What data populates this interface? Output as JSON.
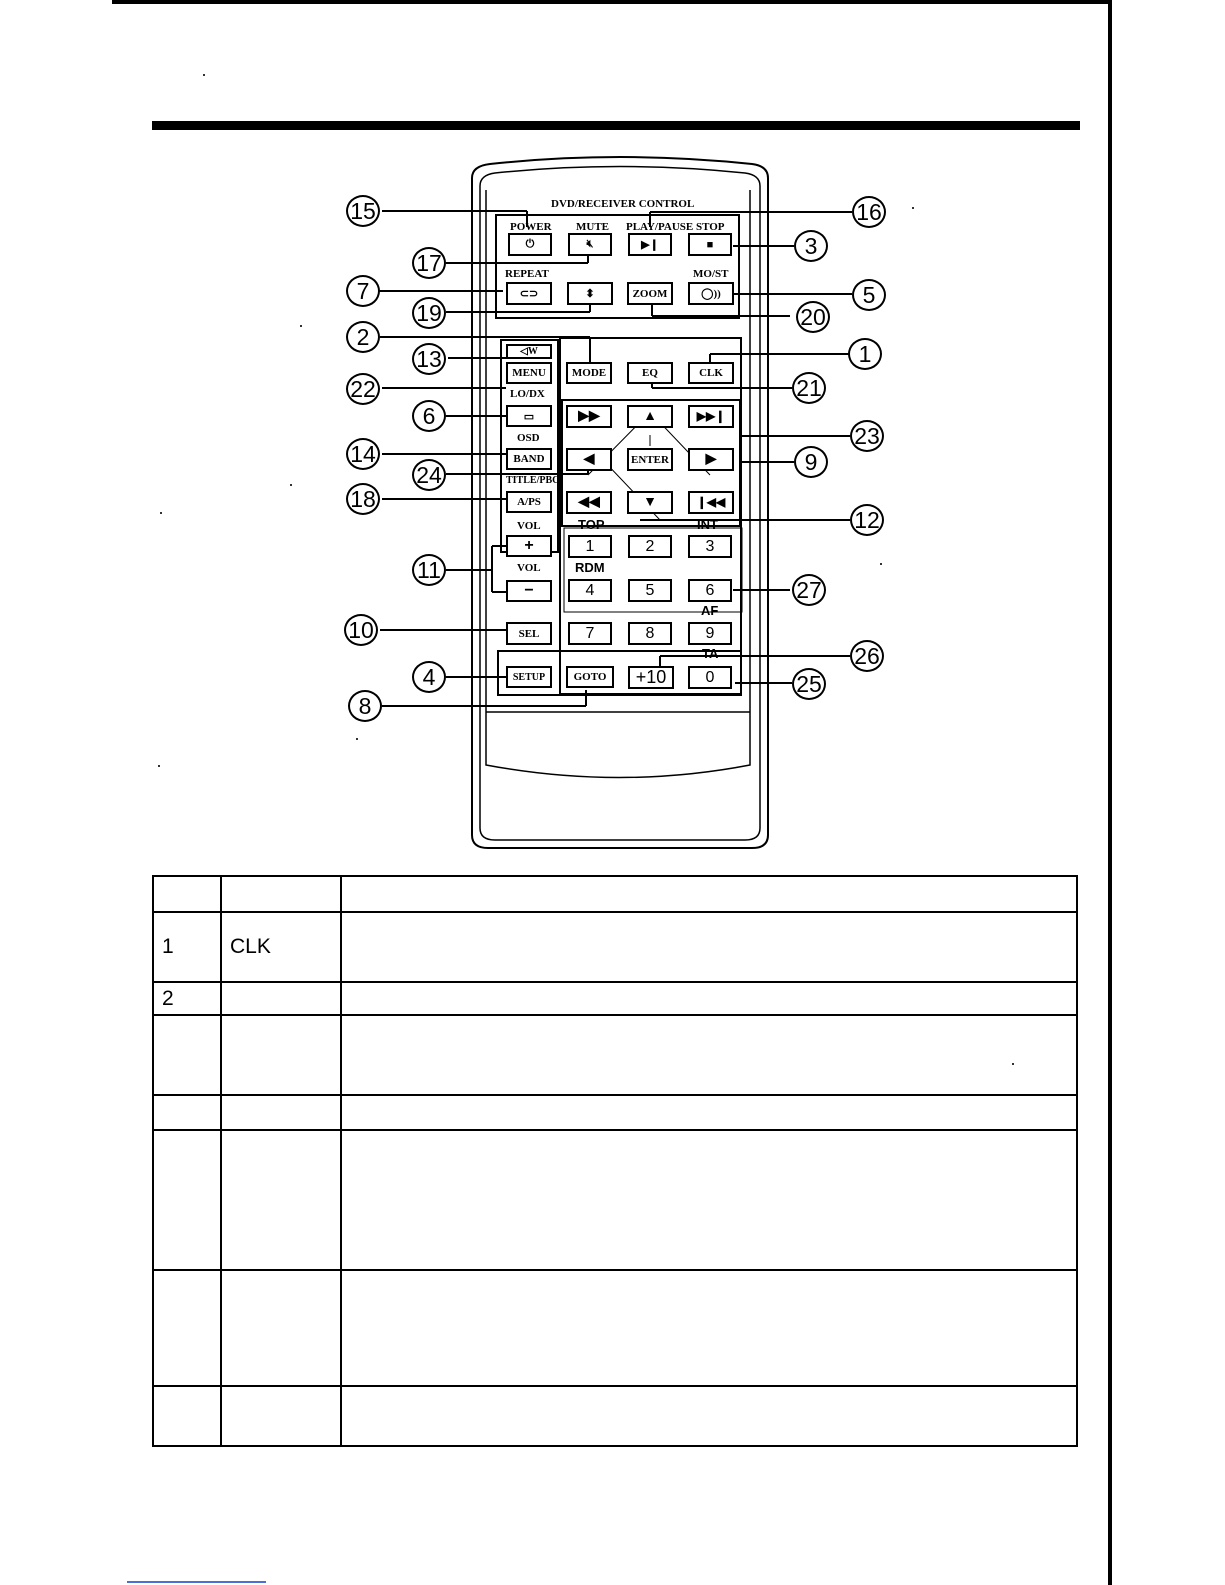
{
  "remote": {
    "header": "DVD/RECEIVER CONTROL",
    "labels": {
      "power": "POWER",
      "mute": "MUTE",
      "play_pause": "PLAY/PAUSE",
      "stop": "STOP",
      "repeat": "REPEAT",
      "mo_st": "MO/ST",
      "lo_dx": "LO/DX",
      "osd": "OSD",
      "title_pbc": "TITLE/PBC",
      "vol_up": "VOL",
      "vol_down": "VOL",
      "top": "TOP",
      "int": "INT",
      "rdm": "RDM",
      "af": "AF",
      "ta": "TA"
    },
    "buttons": {
      "zoom": "ZOOM",
      "menu": "MENU",
      "mode": "MODE",
      "eq": "EQ",
      "clk": "CLK",
      "band": "BAND",
      "enter": "ENTER",
      "aps": "A/PS",
      "sel": "SEL",
      "setup": "SETUP",
      "goto": "GOTO",
      "plus10": "+10",
      "n1": "1",
      "n2": "2",
      "n3": "3",
      "n4": "4",
      "n5": "5",
      "n6": "6",
      "n7": "7",
      "n8": "8",
      "n9": "9",
      "n0": "0",
      "plus": "+",
      "minus": "−"
    }
  },
  "callouts": {
    "c1": "1",
    "c2": "2",
    "c3": "3",
    "c4": "4",
    "c5": "5",
    "c6": "6",
    "c7": "7",
    "c8": "8",
    "c9": "9",
    "c10": "10",
    "c11": "11",
    "c12": "12",
    "c13": "13",
    "c14": "14",
    "c15": "15",
    "c16": "16",
    "c17": "17",
    "c18": "18",
    "c19": "19",
    "c20": "20",
    "c21": "21",
    "c22": "22",
    "c23": "23",
    "c24": "24",
    "c25": "25",
    "c26": "26",
    "c27": "27"
  },
  "table": {
    "rows": [
      {
        "num": "",
        "name": "",
        "desc": ""
      },
      {
        "num": "1",
        "name": "CLK",
        "desc": ""
      },
      {
        "num": "2",
        "name": "",
        "desc": ""
      },
      {
        "num": "",
        "name": "",
        "desc": ""
      },
      {
        "num": "",
        "name": "",
        "desc": ""
      },
      {
        "num": "",
        "name": "",
        "desc": ""
      },
      {
        "num": "",
        "name": "",
        "desc": ""
      },
      {
        "num": "",
        "name": "",
        "desc": ""
      }
    ]
  }
}
